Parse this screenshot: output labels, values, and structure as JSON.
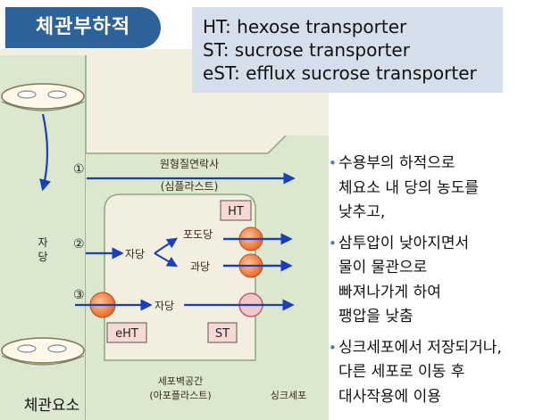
{
  "title": "체관부하적",
  "legend": [
    "HT: hexose transporter",
    "ST: sucrose transporter",
    "eST: efflux sucrose transporter"
  ],
  "diagram": {
    "step1": "①",
    "step2": "②",
    "step3": "③",
    "symplast_line1": "원형질연락사",
    "symplast_line2": "(심플라스트)",
    "sucrose_left": "자",
    "sucrose_left2": "당",
    "sucrose_step2": "자당",
    "glucose": "포도당",
    "fructose": "과당",
    "sucrose_step3": "자당",
    "ht_label": "HT",
    "est_label": "eHT",
    "st_label": "ST",
    "apoplast_line1": "세포벽공간",
    "apoplast_line2": "(아포플라스트)",
    "sink_cell": "싱크세포",
    "sieve_element": "체관요소",
    "colors": {
      "tube_green": "#dbe7ce",
      "arrow_blue": "#1a3fb8",
      "transporter_orange": "#f07a35",
      "label_box": "#f6d9d3"
    }
  },
  "bullets": [
    [
      "수용부의 하적으로",
      "체요소 내 당의 농도를",
      "낮추고,"
    ],
    [
      "삼투압이 낮아지면서",
      "물이 물관으로",
      "빠져나가게 하여",
      "팽압을 낮춤"
    ],
    [
      "싱크세포에서 저장되거나,",
      "다른 세포로 이동 후",
      "대사작용에 이용"
    ]
  ]
}
